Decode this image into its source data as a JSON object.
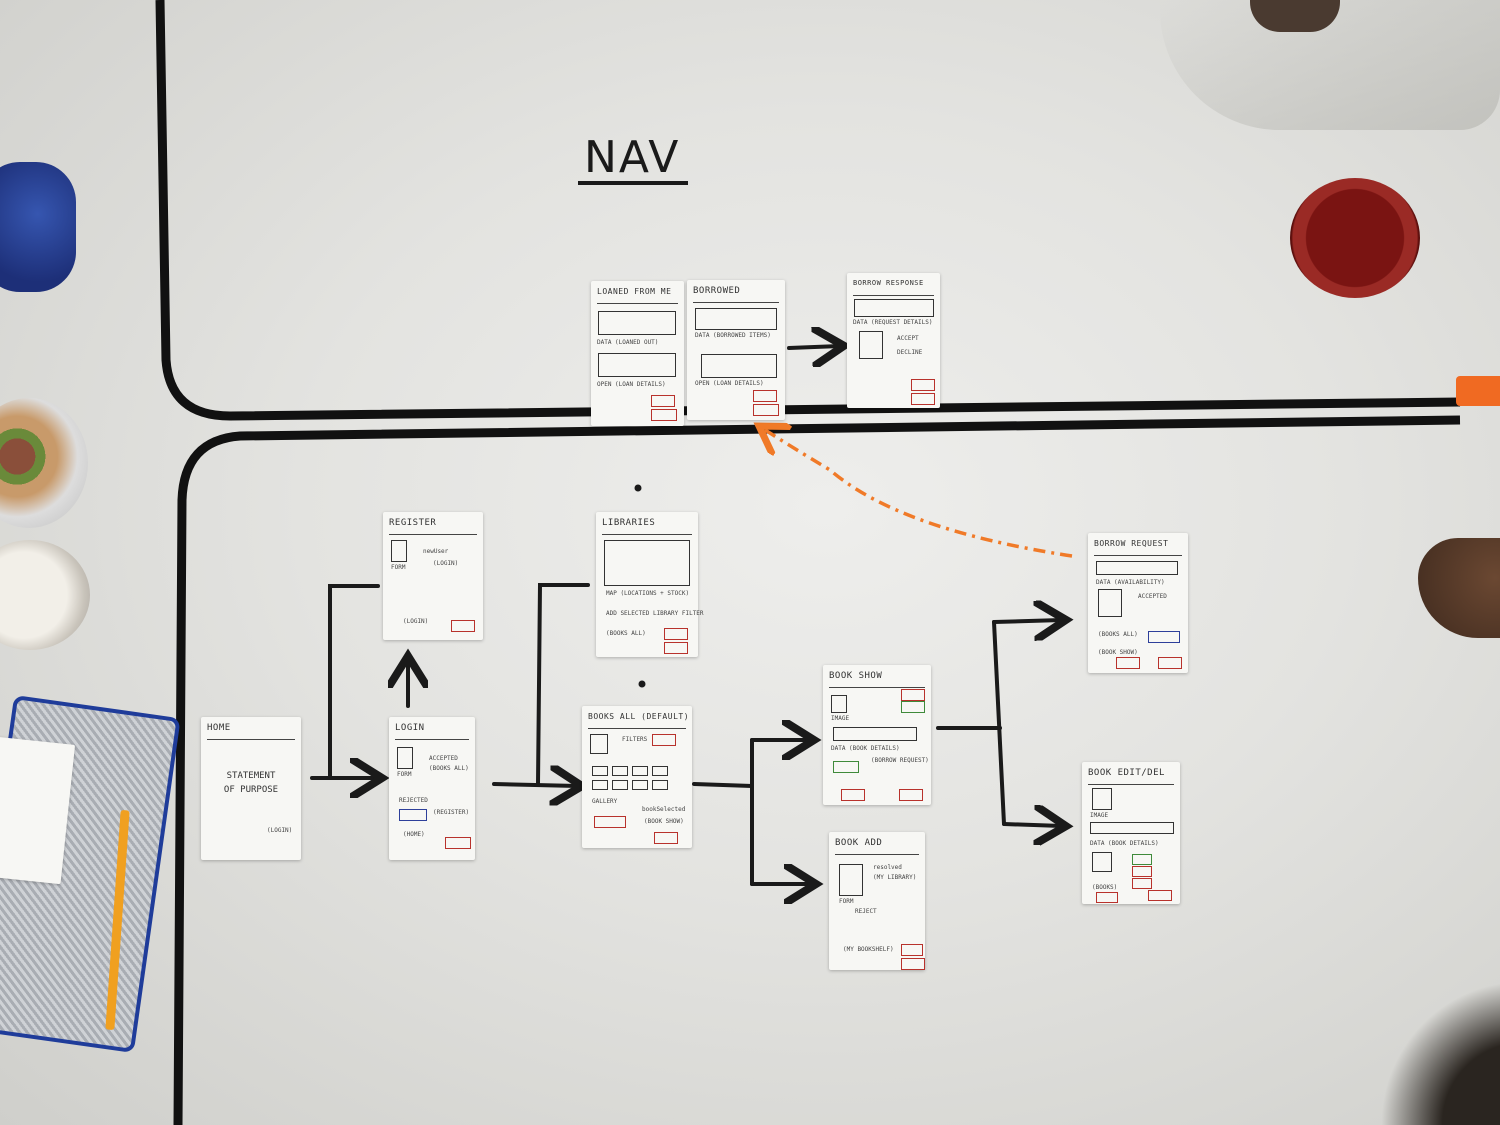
{
  "heading": "NAV",
  "cards": {
    "loaned": "LOANED FROM ME",
    "borrowed": "BORROWED",
    "borrow_response": "BORROW RESPONSE",
    "register": "REGISTER",
    "libraries": "LIBRARIES",
    "home": "HOME",
    "home_body": "STATEMENT OF PURPOSE",
    "login": "LOGIN",
    "books_all": "BOOKS ALL (DEFAULT)",
    "book_show": "BOOK SHOW",
    "book_add": "BOOK ADD",
    "borrow_request": "BORROW REQUEST",
    "book_edit": "BOOK EDIT/DEL"
  },
  "colors": {
    "table": "#e8e8e5",
    "edge_line": "#111111",
    "marker_black": "#1a1a1a",
    "marker_orange": "#f07a28",
    "button_red": "#b8322c",
    "button_blue": "#2d3f9a",
    "button_green": "#3f8a3a"
  }
}
